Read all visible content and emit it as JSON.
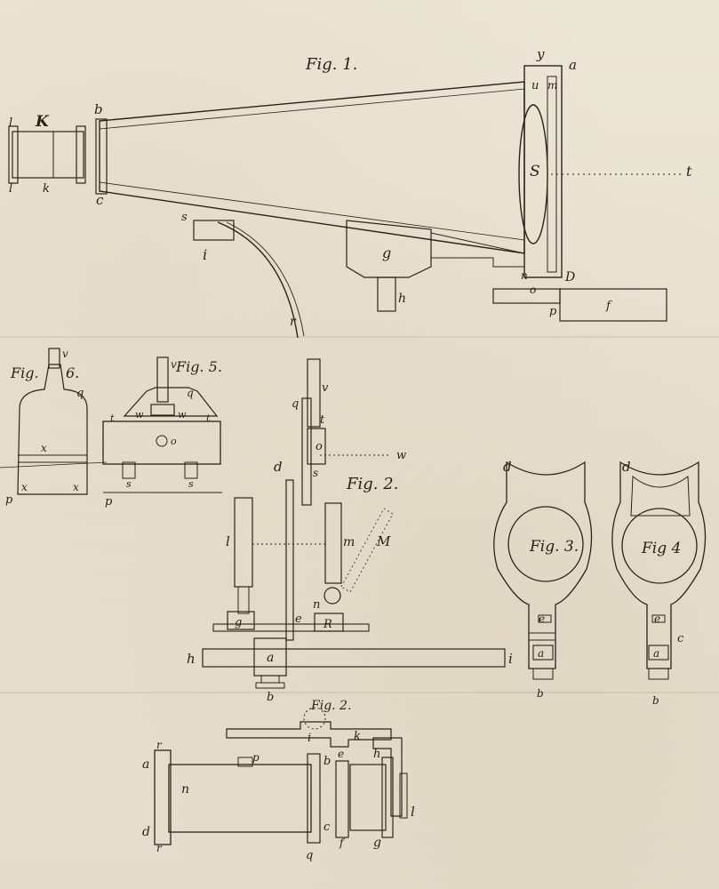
{
  "figures": {
    "fig1": "Fig. 1.",
    "fig2": "Fig. 2.",
    "fig2b": "Fig. 2.",
    "fig3": "Fig. 3.",
    "fig4": "Fig 4",
    "fig5": "Fig. 5.",
    "fig6_a": "Fig.",
    "fig6_b": "6."
  },
  "fig1_letters": {
    "K": "K",
    "l1": "l",
    "l2": "l",
    "k": "k",
    "b": "b",
    "c": "c",
    "y": "y",
    "a": "a",
    "u": "u",
    "m": "m",
    "S": "S",
    "t": "t",
    "s": "s",
    "i": "i",
    "g": "g",
    "h": "h",
    "r": "r",
    "n": "n",
    "o": "o",
    "D": "D",
    "p": "p",
    "f": "f"
  },
  "fig2_letters": {
    "v": "v",
    "q": "q",
    "t": "t",
    "o": "o",
    "w": "w",
    "d": "d",
    "s": "s",
    "l": "l",
    "m": "m",
    "M": "M",
    "n": "n",
    "e": "e",
    "g": "g",
    "R": "R",
    "h": "h",
    "a": "a",
    "i": "i",
    "b": "b"
  },
  "fig5_letters": {
    "v": "v",
    "q": "q",
    "w1": "w",
    "w2": "w",
    "t1": "t",
    "t2": "t",
    "o": "o",
    "s1": "s",
    "s2": "s",
    "p": "p"
  },
  "fig6_letters": {
    "v": "v",
    "q": "q",
    "x1": "x",
    "x2": "x",
    "x3": "x",
    "p": "p"
  },
  "fig3_letters": {
    "d": "d",
    "e": "e",
    "a": "a",
    "b": "b"
  },
  "fig4_letters": {
    "d": "d",
    "e": "e",
    "c": "c",
    "a": "a",
    "b": "b"
  },
  "fig2b_letters": {
    "r1": "r",
    "r2": "r",
    "a": "a",
    "d": "d",
    "n": "n",
    "p": "p",
    "i": "i",
    "k": "k",
    "b": "b",
    "c": "c",
    "e": "e",
    "f": "f",
    "h": "h",
    "g": "g",
    "q": "q",
    "l": "l"
  }
}
